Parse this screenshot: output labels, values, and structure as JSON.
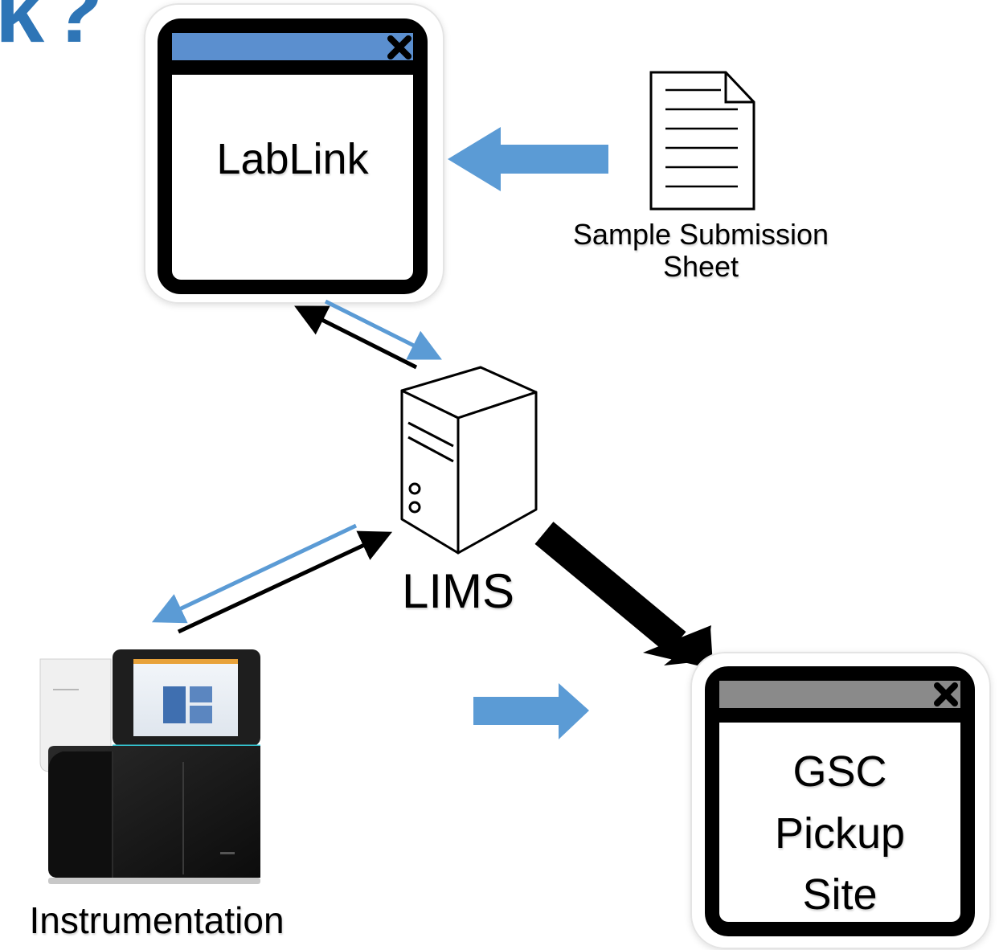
{
  "corner_fragment": "k?",
  "labels": {
    "lablink": "LabLink",
    "sample_sheet_line1": "Sample Submission",
    "sample_sheet_line2": "Sheet",
    "lims": "LIMS",
    "instrumentation": "Instrumentation",
    "gsc_line1": "GSC",
    "gsc_line2": "Pickup",
    "gsc_line3": "Site"
  },
  "icons": {
    "lablink_window": "app-window-icon",
    "sample_sheet": "document-icon",
    "lims": "server-icon",
    "instrument": "sequencer-icon",
    "gsc_window": "app-window-icon"
  },
  "colors": {
    "accent_blue": "#5b9bd5",
    "title_bar_blue": "#5b8fcf",
    "title_bar_gray": "#8a8a8a",
    "line_black": "#000000",
    "fragment_blue": "#2e75b6"
  }
}
